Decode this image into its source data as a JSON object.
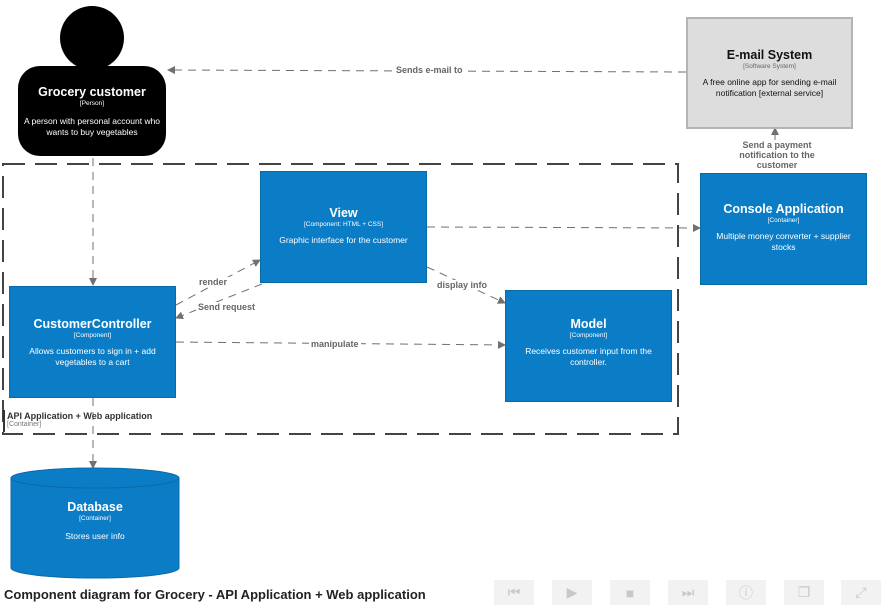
{
  "caption": "Component diagram for Grocery - API Application + Web application",
  "person": {
    "name": "Grocery customer",
    "type": "[Person]",
    "description": "A person with personal account who wants to buy vegetables"
  },
  "email_system": {
    "name": "E-mail System",
    "type": "[Software System]",
    "description": "A free online app for sending e-mail notification [external service]"
  },
  "view": {
    "name": "View",
    "type": "[Component: HTML + CSS]",
    "description": "Graphic interface for the customer"
  },
  "console_app": {
    "name": "Console Application",
    "type": "[Container]",
    "description": "Multiple money converter + supplier stocks"
  },
  "controller": {
    "name": "CustomerController",
    "type": "[Component]",
    "description": "Allows customers to sign in + add vegetables to a cart"
  },
  "model": {
    "name": "Model",
    "type": "[Component]",
    "description": "Receives customer input from the controller."
  },
  "database": {
    "name": "Database",
    "type": "[Container]",
    "description": "Stores user info"
  },
  "boundary": {
    "name": "API Application + Web application",
    "type": "[Container]"
  },
  "edges": {
    "sends_email": "Sends e-mail to",
    "payment_notification": "Send a payment notification to the customer",
    "render": "render",
    "send_request": "Send request",
    "display_info": "display info",
    "manipulate": "manipulate"
  },
  "colors": {
    "component": "#0b7dc7",
    "person": "#000000",
    "external": "#dddddd",
    "edge": "#707070"
  },
  "controls": [
    "skip-back-icon",
    "play-icon",
    "stop-icon",
    "skip-forward-icon",
    "info-icon",
    "windows-icon",
    "fullscreen-icon"
  ]
}
